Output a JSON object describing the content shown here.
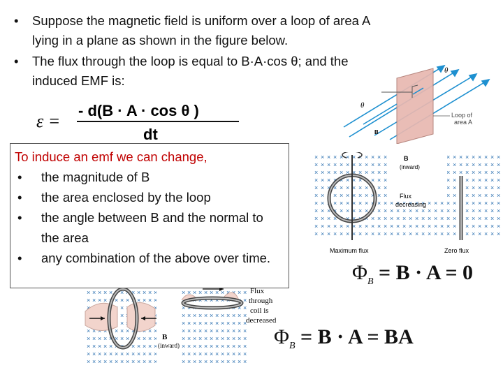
{
  "bullets": [
    {
      "marker": "•",
      "text": "Suppose the magnetic field is uniform over a loop of area A lying in a plane as shown in the figure below."
    },
    {
      "marker": "•",
      "text": "The flux through the loop is equal to B·A·cos θ; and the induced EMF is:"
    }
  ],
  "equation": {
    "lhs": "ε =",
    "numerator": "- d(B · A · cos θ )",
    "denominator": "dt"
  },
  "box": {
    "heading": "To induce an emf we can change,",
    "items": [
      {
        "marker": "•",
        "text": "the magnitude of B"
      },
      {
        "marker": "•",
        "text": "the area enclosed by the loop"
      },
      {
        "marker": "•",
        "text": "the angle between B and the normal to the area"
      },
      {
        "marker": "•",
        "text": "any combination of the above over time."
      }
    ]
  },
  "figure_plane": {
    "theta_top": "θ",
    "theta_left": "θ",
    "loop_label_1": "Loop of",
    "loop_label_2": "area A",
    "b_label": "B"
  },
  "figure_rotate": {
    "b_label": "B",
    "b_sub": "(inward)",
    "flux_label_1": "Flux",
    "flux_label_2": "decreasing",
    "max_label": "Maximum flux",
    "zero_label": "Zero flux"
  },
  "equation_zero": {
    "phi": "Φ",
    "sub": "B",
    "text": " = B · A = 0"
  },
  "figure_squeeze": {
    "flux_1": "Flux",
    "flux_2": "through",
    "flux_3": "coil is",
    "flux_4": "decreased",
    "b_label": "B",
    "b_sub": "(inward)"
  },
  "equation_ba": {
    "phi": "Φ",
    "sub": "B",
    "text": " = B · A = BA"
  },
  "colors": {
    "field_x": "#2a6fb0",
    "arrow": "#1e90d0",
    "plane": "#e8b8b0",
    "hand": "#f2d4cc"
  }
}
